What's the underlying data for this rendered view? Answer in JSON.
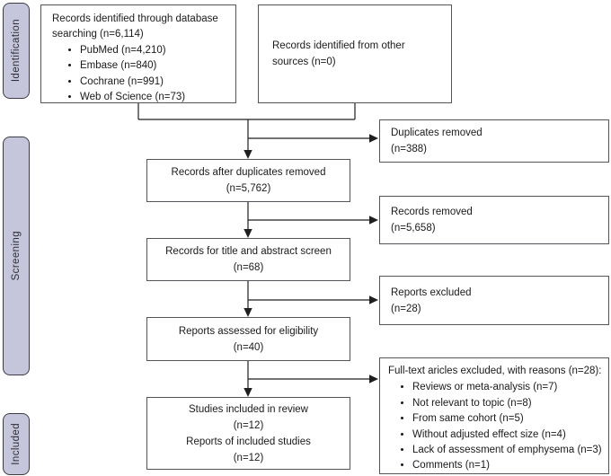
{
  "diagram": {
    "type": "prisma-flowchart",
    "stages": [
      {
        "label": "Identification"
      },
      {
        "label": "Screening"
      },
      {
        "label": "Included"
      }
    ],
    "boxes": {
      "db_search": {
        "lines": [
          "Records identified through database",
          "searching (n=6,114)"
        ],
        "bullets": [
          "PubMed (n=4,210)",
          "Embase (n=840)",
          "Cochrane (n=991)",
          "Web of Science (n=73)"
        ]
      },
      "other_sources": {
        "lines": [
          "Records identified from other",
          "sources (n=0)"
        ]
      },
      "after_duplicates": {
        "lines": [
          "Records after duplicates removed",
          "(n=5,762)"
        ]
      },
      "title_abstract_screen": {
        "lines": [
          "Records for title and abstract screen",
          "(n=68)"
        ]
      },
      "eligibility": {
        "lines": [
          "Reports assessed for eligibility",
          "(n=40)"
        ]
      },
      "included": {
        "lines": [
          "Studies included in review",
          "(n=12)",
          "Reports of included studies",
          "(n=12)"
        ]
      },
      "duplicates_removed": {
        "lines": [
          "Duplicates removed",
          "(n=388)"
        ]
      },
      "records_removed": {
        "lines": [
          "Records removed",
          "(n=5,658)"
        ]
      },
      "reports_excluded": {
        "lines": [
          "Reports excluded",
          "(n=28)"
        ]
      },
      "fulltext_excluded": {
        "title": "Full-text aricles excluded, with reasons (n=28):",
        "bullets": [
          "Reviews or meta-analysis (n=7)",
          "Not relevant to topic (n=8)",
          "From same cohort (n=5)",
          "Without adjusted effect size (n=4)",
          "Lack of assessment of emphysema (n=3)",
          "Comments (n=1)"
        ]
      }
    },
    "colors": {
      "stage_fill": "#c5c6dc",
      "stage_border": "#3c3c44",
      "box_border": "#54555a",
      "text": "#1a1a1a",
      "arrow": "#1f1f1f",
      "background": "#ffffff"
    }
  }
}
